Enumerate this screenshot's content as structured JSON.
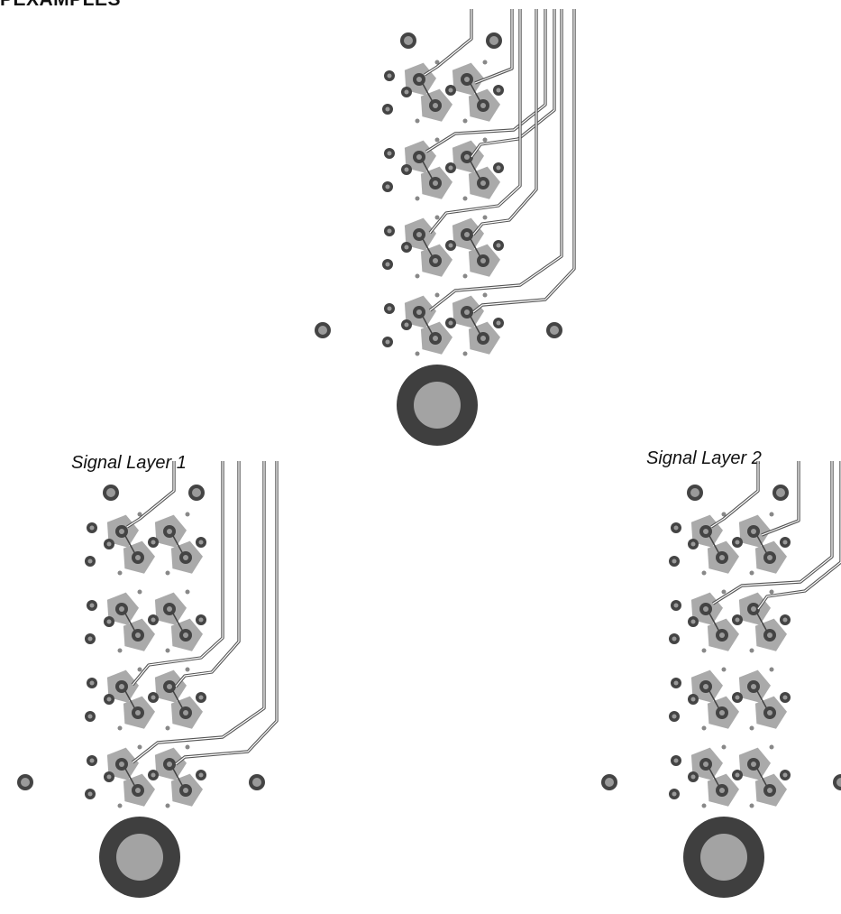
{
  "page": {
    "heading": "PEXAMPLES"
  },
  "panels": {
    "combined": {
      "caption": ""
    },
    "layer1": {
      "caption": "Signal Layer 1"
    },
    "layer2": {
      "caption": "Signal Layer 2"
    }
  },
  "colors": {
    "background": "#ffffff",
    "pad_fill": "#aaaaaa",
    "via_ring": "#444444",
    "via_hole": "#9a9a9a",
    "trace": "#555555",
    "large_via_ring": "#3f3f3f",
    "large_via_hole": "#a3a3a3"
  }
}
